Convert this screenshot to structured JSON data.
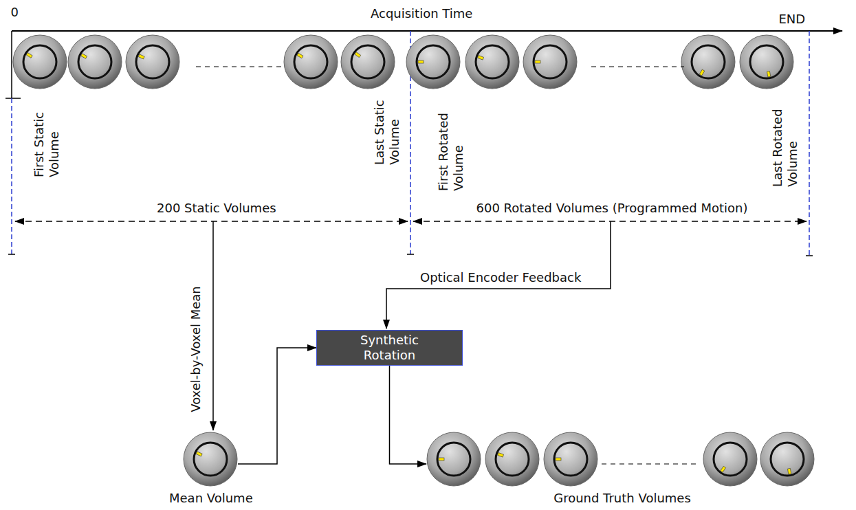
{
  "diagram": {
    "nodes": [
      {
        "text": [
          "Synthetic Rotation"
        ]
      },
      {
        "text": [
          "Mean Volume"
        ]
      },
      {
        "text": [
          "Ground Truth Volumes"
        ]
      }
    ],
    "edges": [
      {
        "from": 1,
        "to": 0,
        "arrow": "to"
      },
      {
        "from": 0,
        "to": 2,
        "arrow": "to"
      }
    ],
    "labels": [
      "0",
      "Acquisition Time",
      "END",
      "First Static Volume",
      "Last Static Volume",
      "First Rotated Volume",
      "Last Rotated Volume",
      "200 Static Volumes",
      "600 Rotated Volumes (Programmed Motion)",
      "Voxel-by-Voxel Mean",
      "Optical Encoder Feedback"
    ]
  }
}
